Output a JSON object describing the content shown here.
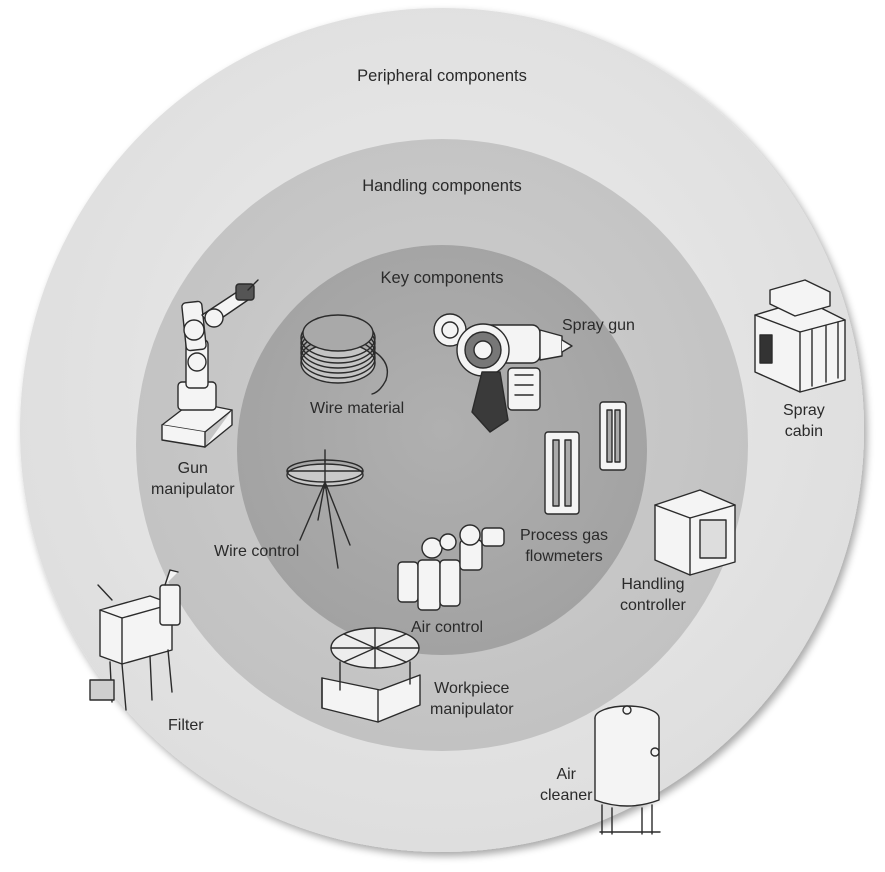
{
  "rings": {
    "peripheral": "Peripheral components",
    "handling": "Handling components",
    "key": "Key components"
  },
  "components": {
    "spray_gun": "Spray gun",
    "wire_material": "Wire material",
    "wire_control": "Wire control",
    "air_control": "Air control",
    "process_gas_flowmeters": [
      "Process gas",
      "flowmeters"
    ],
    "gun_manipulator": [
      "Gun",
      "manipulator"
    ],
    "handling_controller": [
      "Handling",
      "controller"
    ],
    "workpiece_manipulator": [
      "Workpiece",
      "manipulator"
    ],
    "spray_cabin": [
      "Spray",
      "cabin"
    ],
    "filter": "Filter",
    "air_cleaner": [
      "Air",
      "cleaner"
    ]
  },
  "colors": {
    "outer_ring": "#e6e6e6",
    "middle_ring": "#c9c9c9",
    "inner_ring": "#a9a9a9",
    "line_art": "#2b2b2b"
  }
}
